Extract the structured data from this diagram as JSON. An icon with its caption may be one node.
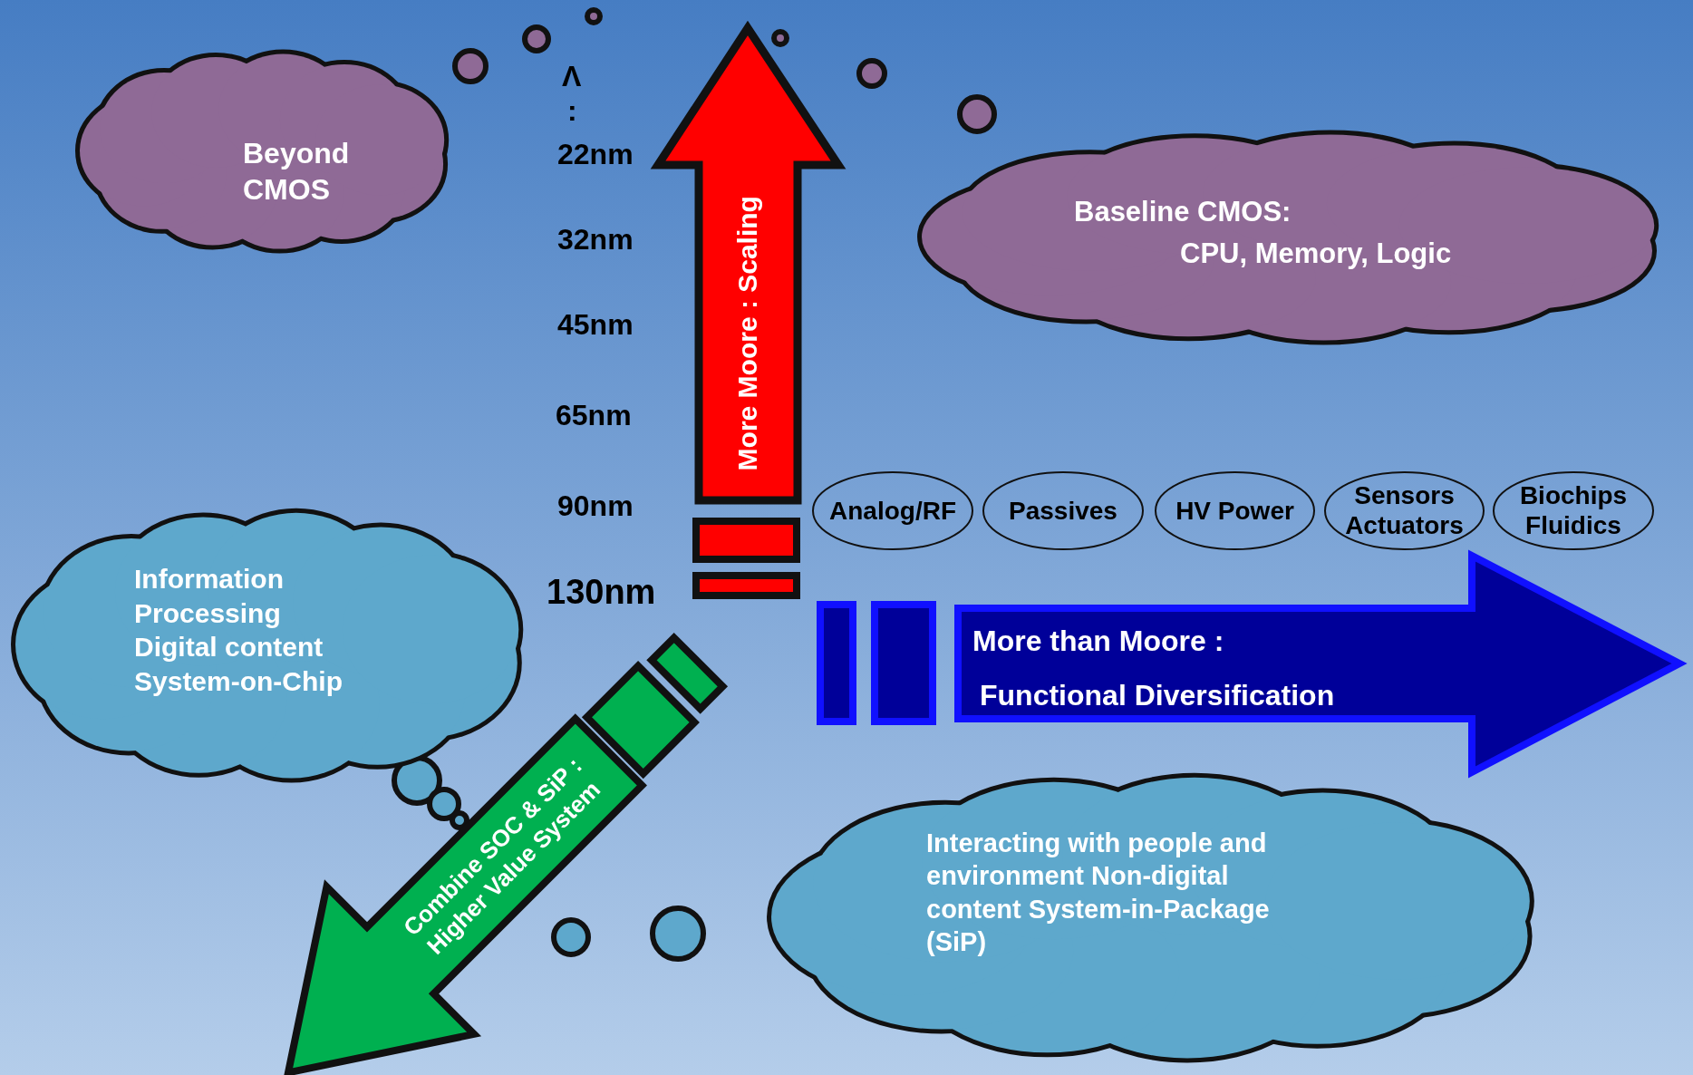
{
  "diagram": {
    "nodes": [
      {
        "text": [
          "Beyond CMOS"
        ]
      },
      {
        "text": [
          "Baseline CMOS:",
          "CPU, Memory, Logic"
        ]
      },
      {
        "text": [
          "More Moore : Scaling"
        ]
      },
      {
        "text": [
          "Information Processing Digital content System-on-Chip"
        ]
      },
      {
        "text": [
          "Analog/RF"
        ]
      },
      {
        "text": [
          "Passives"
        ]
      },
      {
        "text": [
          "HV Power"
        ]
      },
      {
        "text": [
          "Sensors Actuators"
        ]
      },
      {
        "text": [
          "Biochips Fluidics"
        ]
      },
      {
        "text": [
          "More than Moore :",
          "Functional Diversification"
        ]
      },
      {
        "text": [
          "Combine SOC & SiP : Higher Value System"
        ]
      },
      {
        "text": [
          "Interacting with people and environment Non-digital content System-in-Package (SiP)"
        ]
      }
    ],
    "labels": [
      "Λ",
      ":",
      "22nm",
      "32nm",
      "45nm",
      "65nm",
      "90nm",
      "130nm"
    ]
  }
}
